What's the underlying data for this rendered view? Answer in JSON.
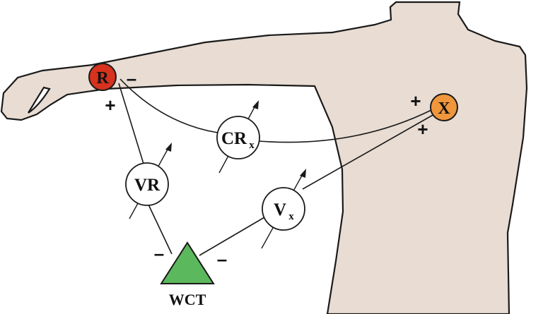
{
  "electrodes": {
    "R": {
      "label": "R",
      "color": "#d6321e"
    },
    "X": {
      "label": "X",
      "color": "#f0963c"
    }
  },
  "meters": {
    "VR": {
      "label": "VR"
    },
    "CRx": {
      "label": "CR",
      "subscript": "x"
    },
    "Vx": {
      "label": "V",
      "subscript": "x"
    }
  },
  "terminal": {
    "label": "WCT",
    "color": "#5cb85c"
  },
  "signs": {
    "plus": "+",
    "minus": "–"
  },
  "colors": {
    "body_fill": "#e8dcd3",
    "outline": "#1a1a1a"
  }
}
